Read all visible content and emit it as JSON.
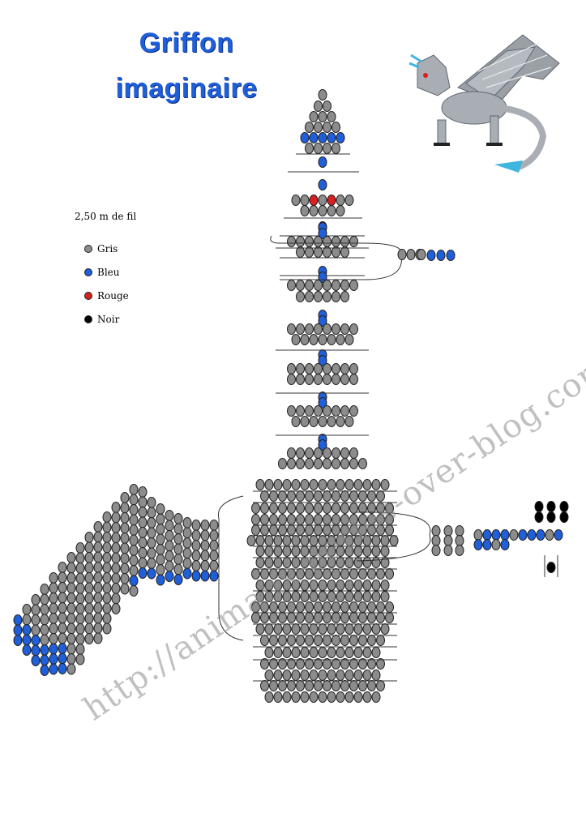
{
  "title": {
    "line1": "Griffon",
    "line2": "imaginaire"
  },
  "legend": {
    "wire": "2,50 m de fil",
    "items": [
      {
        "label": "Gris",
        "color": "#8c8c8c"
      },
      {
        "label": "Bleu",
        "color": "#1f5fd9"
      },
      {
        "label": "Rouge",
        "color": "#d91f1f"
      },
      {
        "label": "Noir",
        "color": "#000000"
      }
    ]
  },
  "watermark": "http://animaux-perles-over-blog.com/",
  "colors": {
    "G": "#8c8c8c",
    "B": "#1f5fd9",
    "R": "#d91f1f",
    "N": "#000000"
  },
  "head_rows": [
    [
      "G"
    ],
    [
      "G",
      "G"
    ],
    [
      "G",
      "G",
      "G"
    ],
    [
      "G",
      "G",
      "G",
      "G"
    ],
    [
      "B",
      "B",
      "B",
      "B",
      "B"
    ],
    [
      "G",
      "G",
      "G",
      "G"
    ],
    [
      "B"
    ],
    [
      "B"
    ],
    [
      "G",
      "G",
      "R",
      "G",
      "R",
      "G",
      "G"
    ],
    [
      "G",
      "G",
      "G",
      "G",
      "G"
    ],
    [
      "B"
    ]
  ]
}
